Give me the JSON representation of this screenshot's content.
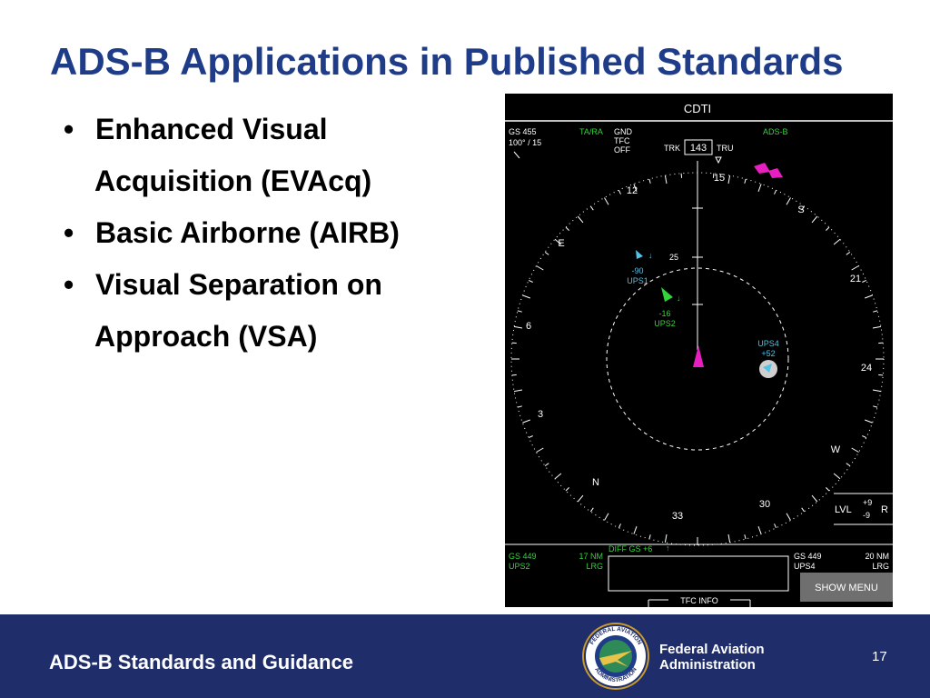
{
  "slide": {
    "title": "ADS-B Applications in Published Standards",
    "bullets": [
      {
        "lines": [
          "Enhanced Visual",
          "Acquisition (EVAcq)"
        ]
      },
      {
        "lines": [
          "Basic Airborne (AIRB)"
        ]
      },
      {
        "lines": [
          "Visual Separation on",
          "Approach (VSA)"
        ]
      }
    ],
    "bullet_glyph": "•"
  },
  "cdti": {
    "title": "CDTI",
    "gs_top": "GS 455",
    "wind": "100° / 15",
    "ta_ra": "TA/RA",
    "gnd": "GND",
    "tfc": "TFC",
    "off": "OFF",
    "ads_b": "ADS-B",
    "trk": "TRK",
    "heading": "143",
    "tru": "TRU",
    "compass": [
      "12",
      "15",
      "S",
      "21",
      "24",
      "W",
      "30",
      "33",
      "N",
      "3",
      "6",
      "E"
    ],
    "range_label": "25",
    "targets": [
      {
        "alt": "-90",
        "id": "UPS1"
      },
      {
        "alt": "-16",
        "id": "UPS2"
      },
      {
        "alt": "+52",
        "id": "UPS4"
      }
    ],
    "lvl_label": "LVL",
    "lvl_up": "+9",
    "lvl_down": "-9",
    "lvl_unit": "R",
    "left_gs": "GS 449",
    "left_id": "UPS2",
    "left_range": "17 NM",
    "left_lrg": "LRG",
    "diff_gs": "DIFF GS +6",
    "right_gs": "GS 449",
    "right_id": "UPS4",
    "right_range": "20 NM",
    "right_lrg": "LRG",
    "show_menu": "SHOW MENU",
    "tfc_info": "TFC INFO",
    "colors": {
      "green": "#33d33a",
      "cyan": "#4fc3e8",
      "magenta": "#e81fc0",
      "white": "#ffffff"
    }
  },
  "footer": {
    "text": "ADS-B Standards and Guidance",
    "org_line1": "Federal Aviation",
    "org_line2": "Administration",
    "seal_text_top": "FEDERAL AVIATION",
    "seal_text_bottom": "ADMINISTRATION",
    "page_number": "17"
  }
}
